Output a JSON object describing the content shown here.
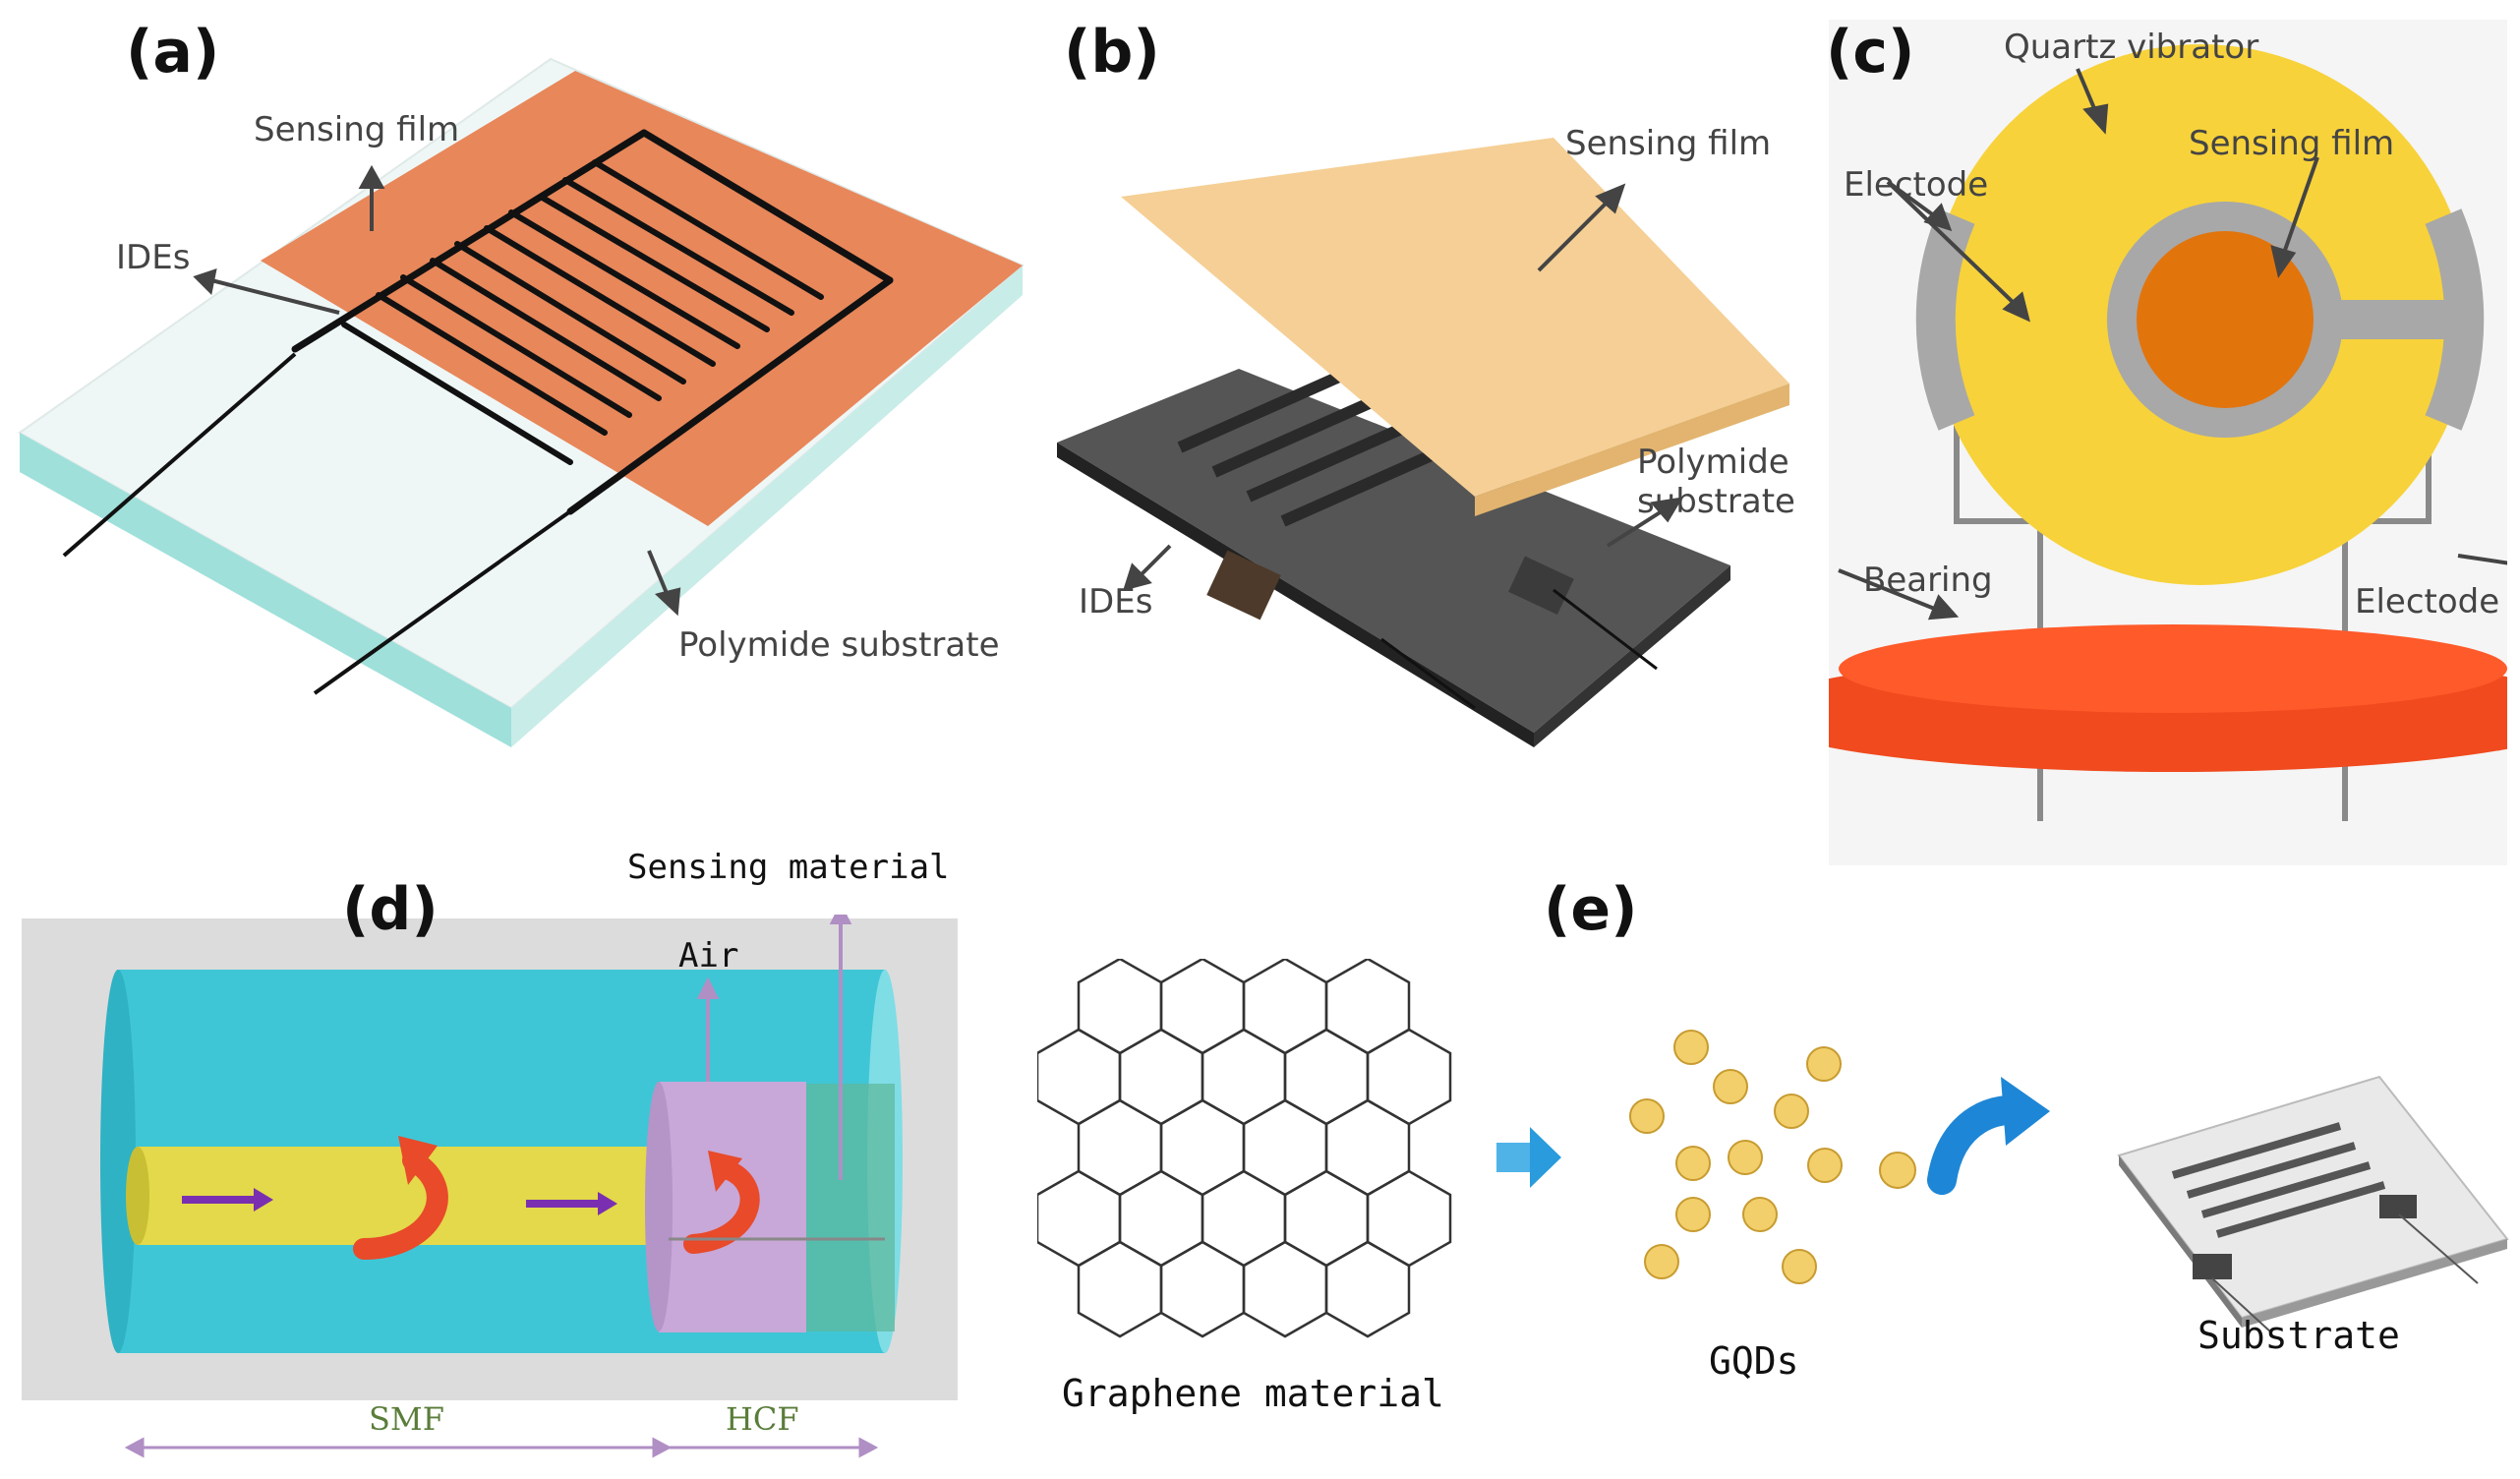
{
  "panels": {
    "a": {
      "label": "(a)",
      "sensing_film": "Sensing film",
      "ides": "IDEs",
      "substrate": "Polymide substrate"
    },
    "b": {
      "label": "(b)",
      "sensing_film": "Sensing film",
      "substrate_line1": "Polymide",
      "substrate_line2": "substrate",
      "ides": "IDEs"
    },
    "c": {
      "label": "(c)",
      "quartz": "Quartz vibrator",
      "electrode_left": "Electode",
      "sensing_film": "Sensing film",
      "bearing": "Bearing",
      "electrode_right": "Electode"
    },
    "d": {
      "label": "(d)",
      "sensing_material": "Sensing material",
      "air": "Air",
      "smf": "SMF",
      "hcf": "HCF"
    },
    "e": {
      "label": "(e)",
      "graphene": "Graphene material",
      "gqds": "GQDs",
      "substrate": "Substrate"
    }
  },
  "colors": {
    "sensing_film_a": "#e8875a",
    "sensing_film_b": "#f5cf95",
    "quartz": "#f7d23a",
    "bearing": "#f04a1e",
    "fiber_cyan": "#3fc6d6",
    "smf_core": "#e3d94a",
    "hcf": "#c7a8d8",
    "gqd": "#f2cf6b",
    "arrow_blue": "#1e86d6"
  }
}
